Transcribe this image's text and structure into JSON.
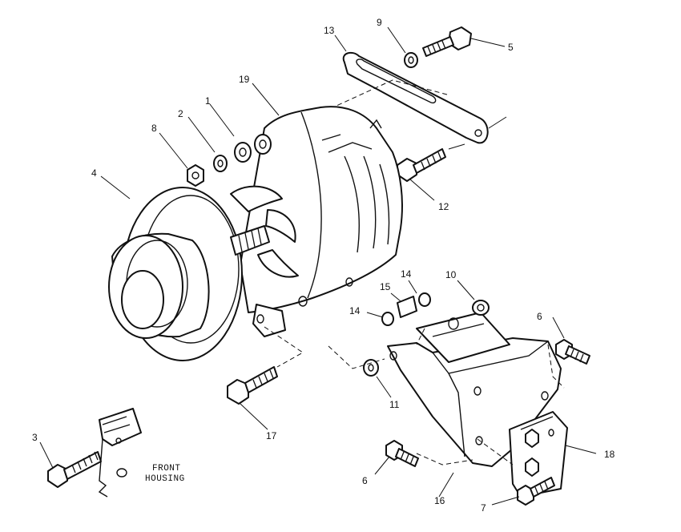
{
  "diagram": {
    "callouts": {
      "c1": "1",
      "c2": "2",
      "c3": "3",
      "c4": "4",
      "c5": "5",
      "c6a": "6",
      "c6b": "6",
      "c7": "7",
      "c8": "8",
      "c9": "9",
      "c10": "10",
      "c11": "11",
      "c12": "12",
      "c13": "13",
      "c14a": "14",
      "c14b": "14",
      "c15": "15",
      "c16": "16",
      "c17": "17",
      "c18": "18",
      "c19": "19"
    },
    "note_line1": "FRONT",
    "note_line2": "HOUSING"
  }
}
